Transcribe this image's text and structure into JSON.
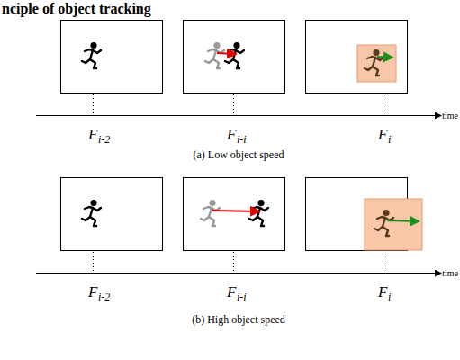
{
  "diagram": {
    "title": "nciple of object tracking",
    "labels": [
      "F",
      "i-2",
      "F",
      "i-i",
      "F",
      "i",
      "time",
      "(a) Low object speed",
      "F",
      "i-2",
      "F",
      "i-i",
      "F",
      "i",
      "time",
      "(b) High object speed"
    ]
  }
}
